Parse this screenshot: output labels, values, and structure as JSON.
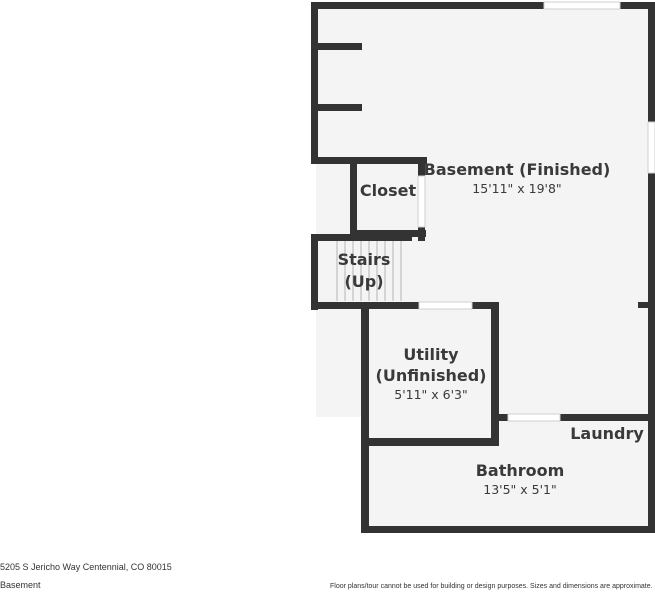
{
  "plan": {
    "colors": {
      "wall": "#333333",
      "floor": "#f4f4f4",
      "window": "#cfcfcf"
    },
    "rooms": {
      "basement": {
        "name": "Basement (Finished)",
        "dims": "15'11\" x 19'8\""
      },
      "closet": {
        "name": "Closet"
      },
      "stairs": {
        "name_line1": "Stairs",
        "name_line2": "(Up)"
      },
      "utility": {
        "name_line1": "Utility",
        "name_line2": "(Unfinished)",
        "dims": "5'11\" x 6'3\""
      },
      "laundry": {
        "name": "Laundry"
      },
      "bathroom": {
        "name": "Bathroom",
        "dims": "13'5\" x 5'1\""
      }
    }
  },
  "footer": {
    "address": "5205 S Jericho Way Centennial, CO 80015",
    "level": "Basement",
    "disclaimer": "Floor plans/tour cannot be used for building or design purposes. Sizes and dimensions are approximate."
  }
}
